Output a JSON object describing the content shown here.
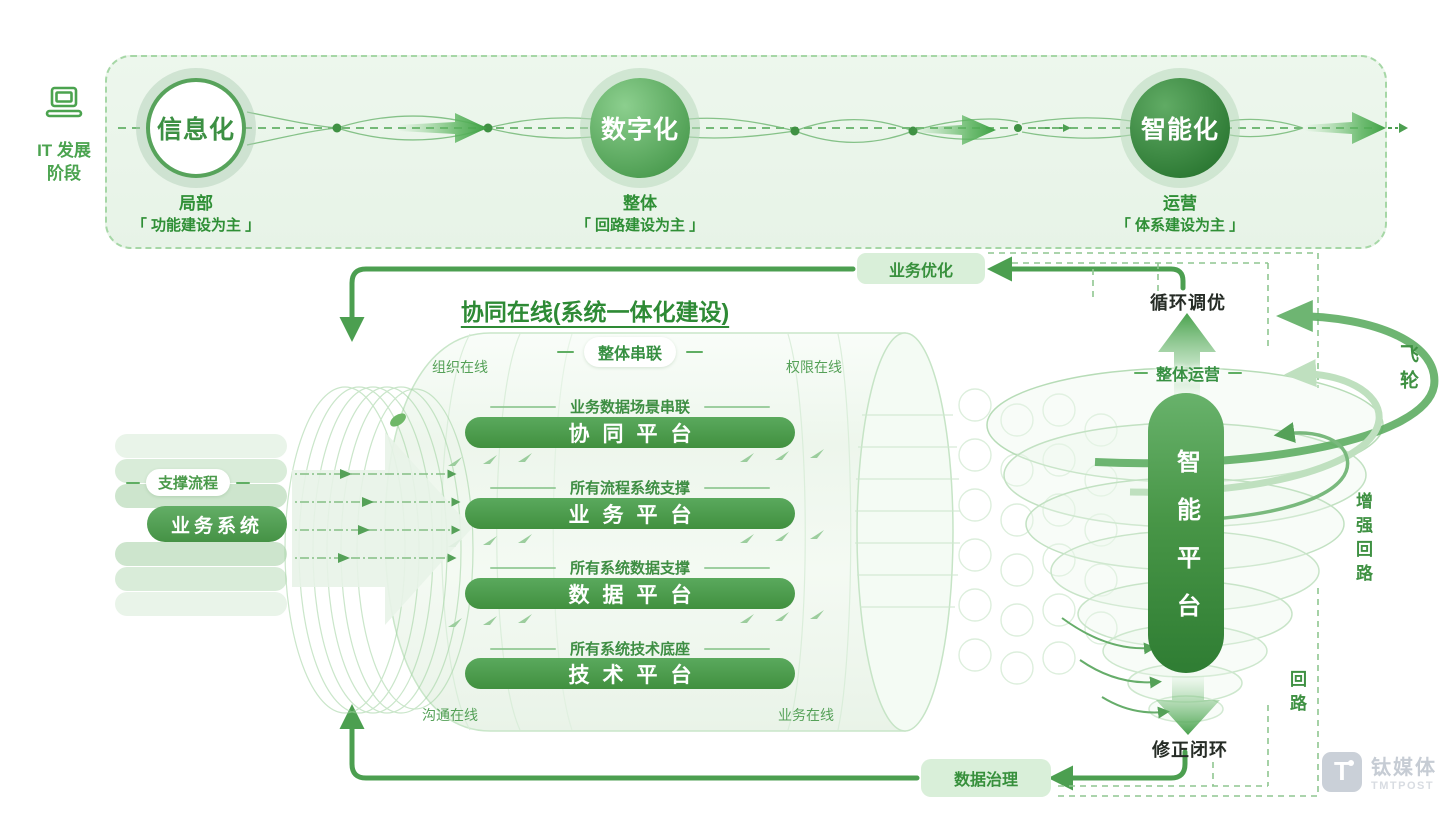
{
  "colors": {
    "primary": "#4c9f50",
    "dark_green": "#2e7d32",
    "band_bg": "#ebf6eb",
    "badge_bg": "#d9efd9",
    "pill_green": "#4f9d48",
    "text_dark": "#262c26"
  },
  "stage_axis": {
    "section_label_line1": "IT 发展",
    "section_label_line2": "阶段",
    "stages": [
      {
        "name": "信息化",
        "scope": "局部",
        "focus": "「 功能建设为主 」"
      },
      {
        "name": "数字化",
        "scope": "整体",
        "focus": "「 回路建设为主 」"
      },
      {
        "name": "智能化",
        "scope": "运营",
        "focus": "「 体系建设为主 」"
      }
    ]
  },
  "loops": {
    "top_badge": "业务优化",
    "bottom_badge": "数据治理"
  },
  "left_stack": {
    "tag": "支撑流程",
    "system": "业务系统"
  },
  "cylinder": {
    "title": "协同在线(系统一体化建设)",
    "top_badge": "整体串联",
    "corner_labels": {
      "top_left": "组织在线",
      "top_right": "权限在线",
      "bottom_left": "沟通在线",
      "bottom_right": "业务在线"
    },
    "rows": [
      {
        "caption": "业务数据场景串联",
        "platform": "协同平台"
      },
      {
        "caption": "所有流程系统支撑",
        "platform": "业务平台"
      },
      {
        "caption": "所有系统数据支撑",
        "platform": "数据平台"
      },
      {
        "caption": "所有系统技术底座",
        "platform": "技术平台"
      }
    ]
  },
  "flywheel": {
    "cycle_label": "循环调优",
    "ops_label": "整体运营",
    "platform": "智能平台",
    "fix_label": "修正闭环",
    "flywheel_label": "飞轮",
    "reinforce_label": "增强回路",
    "loop_label": "回路"
  },
  "watermark": {
    "icon_letter": "T",
    "cn": "钛媒体",
    "en": "TMTPOST"
  }
}
